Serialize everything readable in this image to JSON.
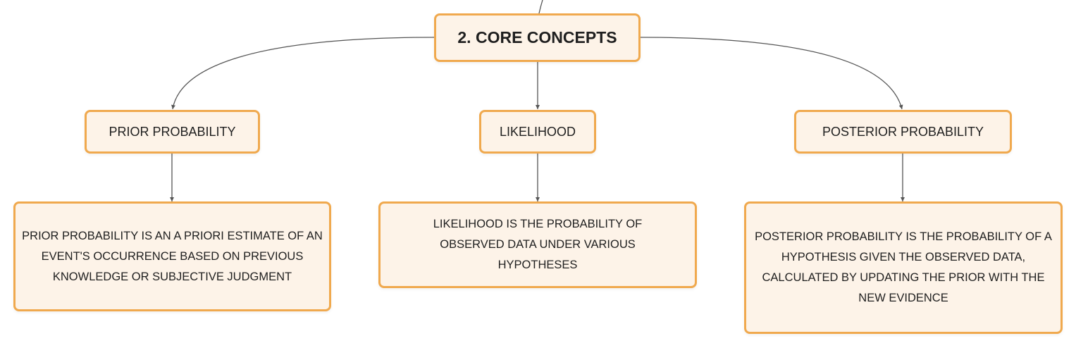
{
  "root": {
    "label": "2. CORE CONCEPTS"
  },
  "concepts": [
    {
      "title": "PRIOR PROBABILITY",
      "description": "PRIOR PROBABILITY IS AN A PRIORI ESTIMATE OF AN EVENT'S OCCURRENCE BASED ON PREVIOUS KNOWLEDGE OR SUBJECTIVE JUDGMENT"
    },
    {
      "title": "LIKELIHOOD",
      "description": "LIKELIHOOD IS THE PROBABILITY OF OBSERVED DATA UNDER VARIOUS HYPOTHESES"
    },
    {
      "title": "POSTERIOR PROBABILITY",
      "description": "POSTERIOR PROBABILITY IS THE PROBABILITY OF A HYPOTHESIS GIVEN THE OBSERVED DATA, CALCULATED BY UPDATING THE PRIOR WITH THE NEW EVIDENCE"
    }
  ],
  "colors": {
    "node_border": "#f0a94e",
    "node_fill": "#fdf3e8",
    "connector": "#555555"
  }
}
